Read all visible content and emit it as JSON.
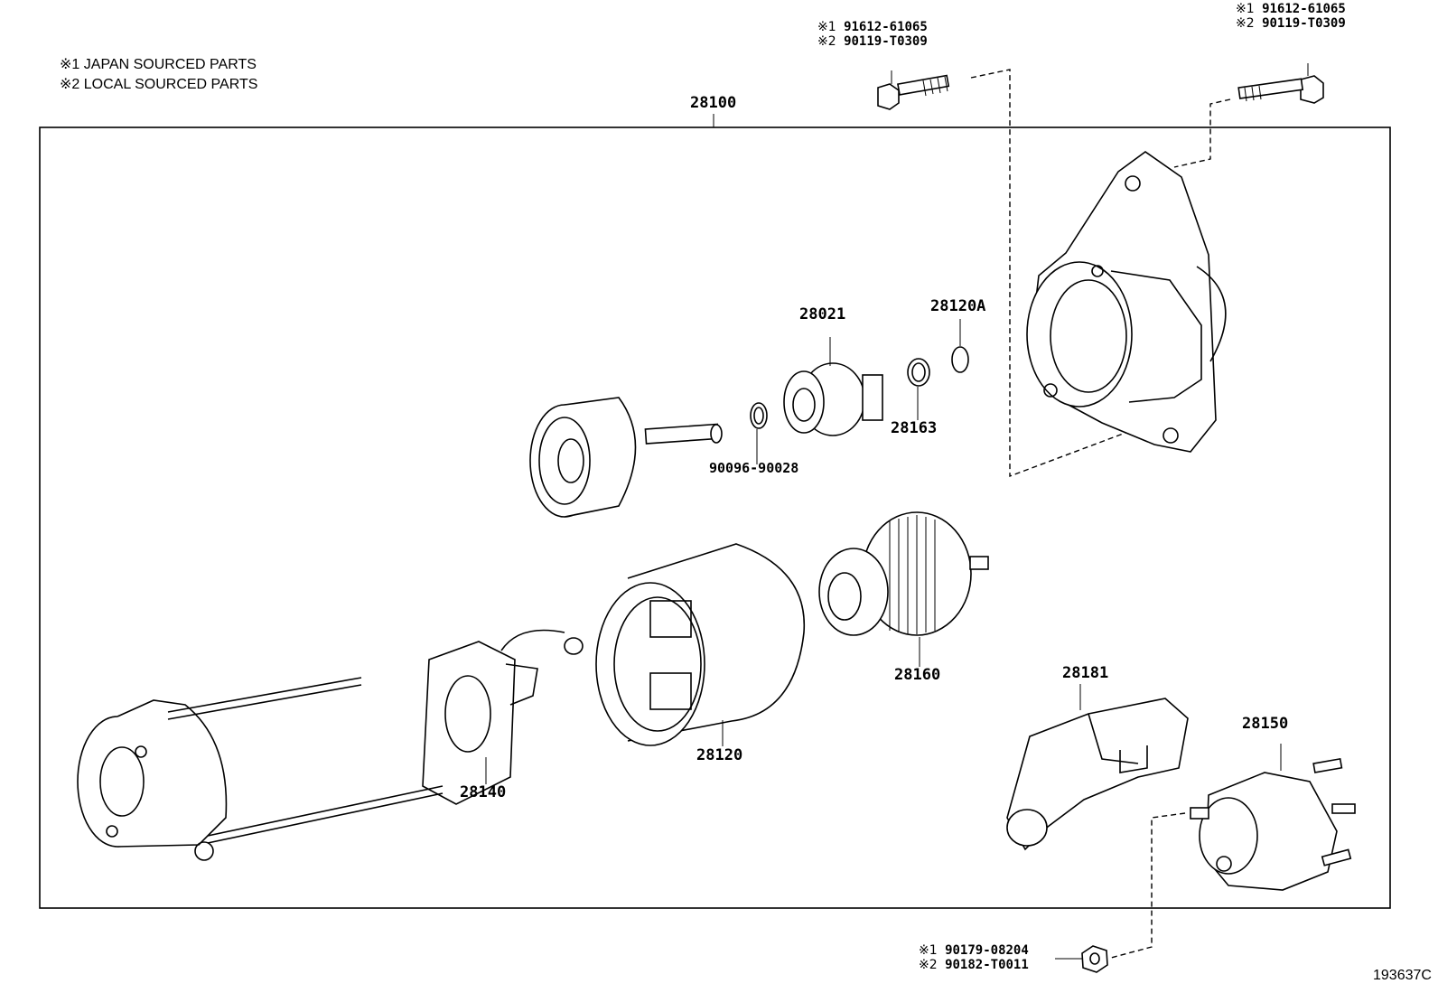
{
  "notes": [
    {
      "mark": "※1",
      "text": "JAPAN SOURCED PARTS"
    },
    {
      "mark": "※2",
      "text": "LOCAL SOURCED PARTS"
    }
  ],
  "assembly": {
    "number": "28100"
  },
  "bolt_left": {
    "line1_mark": "※1",
    "line1": "91612-61065",
    "line2_mark": "※2",
    "line2": "90119-T0309"
  },
  "bolt_right": {
    "line1_mark": "※1",
    "line1": "91612-61065",
    "line2_mark": "※2",
    "line2": "90119-T0309"
  },
  "nut_bottom": {
    "line1_mark": "※1",
    "line1": "90179-08204",
    "line2_mark": "※2",
    "line2": "90182-T0011"
  },
  "parts": {
    "p28021": "28021",
    "p28120A": "28120A",
    "p28163": "28163",
    "p9009690028": "90096-90028",
    "p28160": "28160",
    "p28120": "28120",
    "p28140": "28140",
    "p28181": "28181",
    "p28150": "28150"
  },
  "figure_id": "193637C"
}
